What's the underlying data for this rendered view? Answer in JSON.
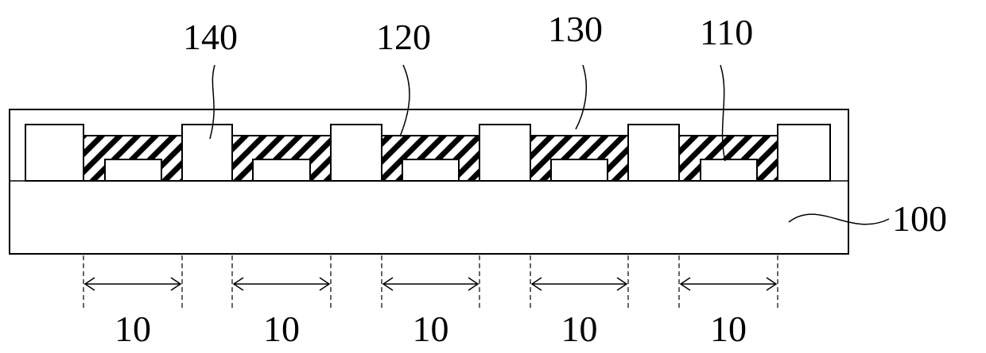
{
  "labels": {
    "ref_140": "140",
    "ref_120": "120",
    "ref_130": "130",
    "ref_110": "110",
    "ref_100": "100"
  },
  "dimensions": [
    "10",
    "10",
    "10",
    "10",
    "10"
  ]
}
